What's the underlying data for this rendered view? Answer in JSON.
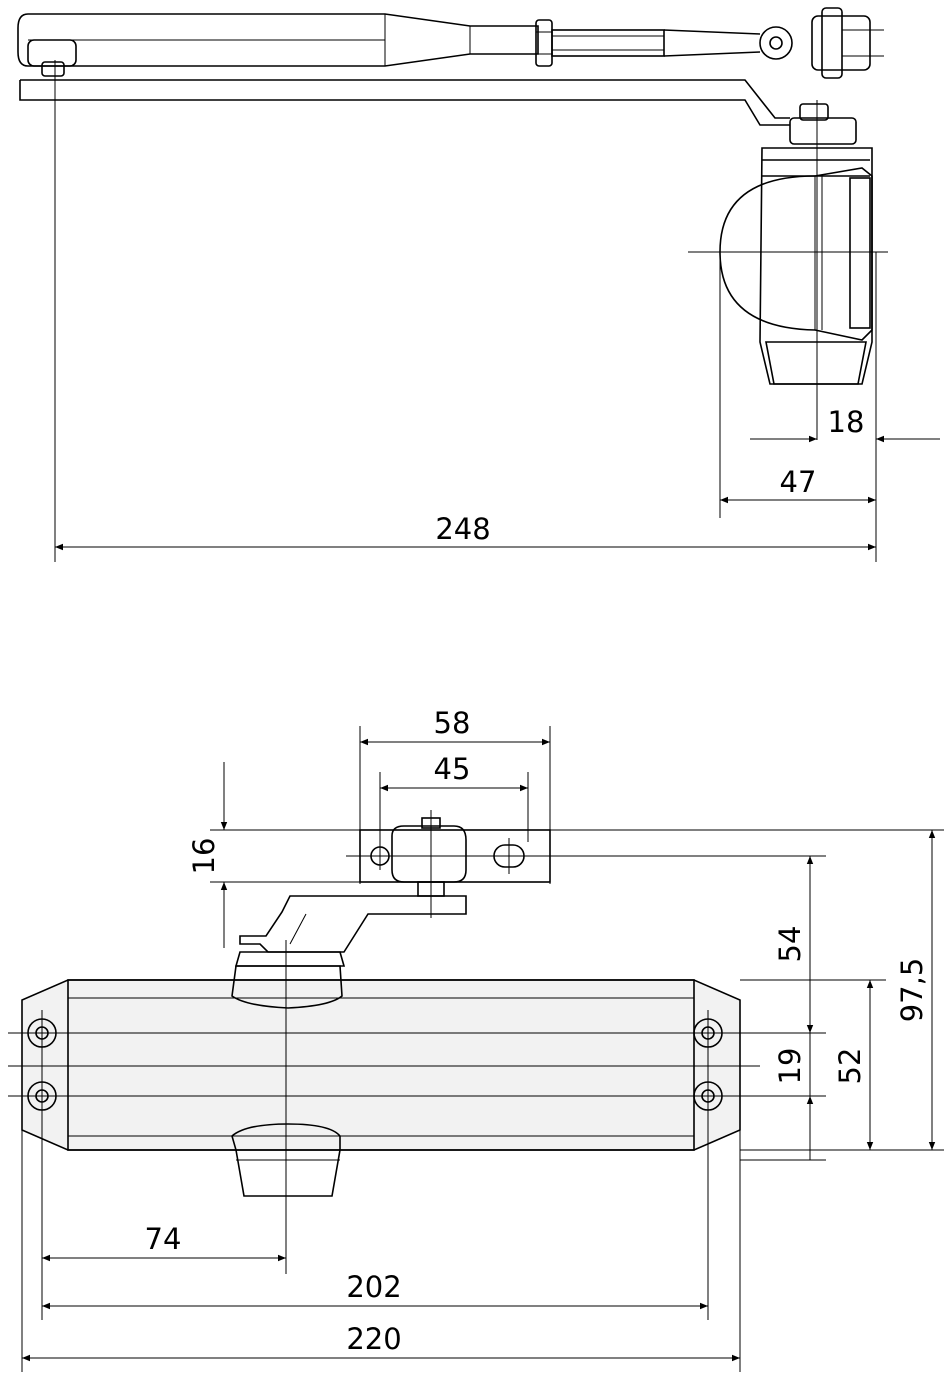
{
  "top_view": {
    "dimensions": {
      "d18": "18",
      "d47": "47",
      "d248": "248"
    }
  },
  "front_view": {
    "dimensions": {
      "d58": "58",
      "d45": "45",
      "d16": "16",
      "d54": "54",
      "d97_5": "97,5",
      "d19": "19",
      "d52": "52",
      "d74": "74",
      "d202": "202",
      "d220": "220"
    }
  }
}
